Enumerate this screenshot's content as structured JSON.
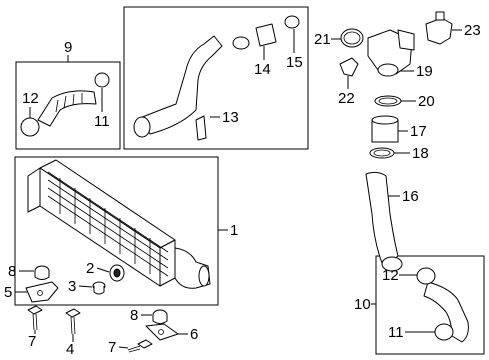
{
  "callouts": [
    "1",
    "2",
    "3",
    "4",
    "5",
    "6",
    "7",
    "7",
    "8",
    "8",
    "9",
    "10",
    "11",
    "11",
    "12",
    "12",
    "13",
    "14",
    "15",
    "16",
    "17",
    "18",
    "19",
    "20",
    "21",
    "22",
    "23"
  ]
}
